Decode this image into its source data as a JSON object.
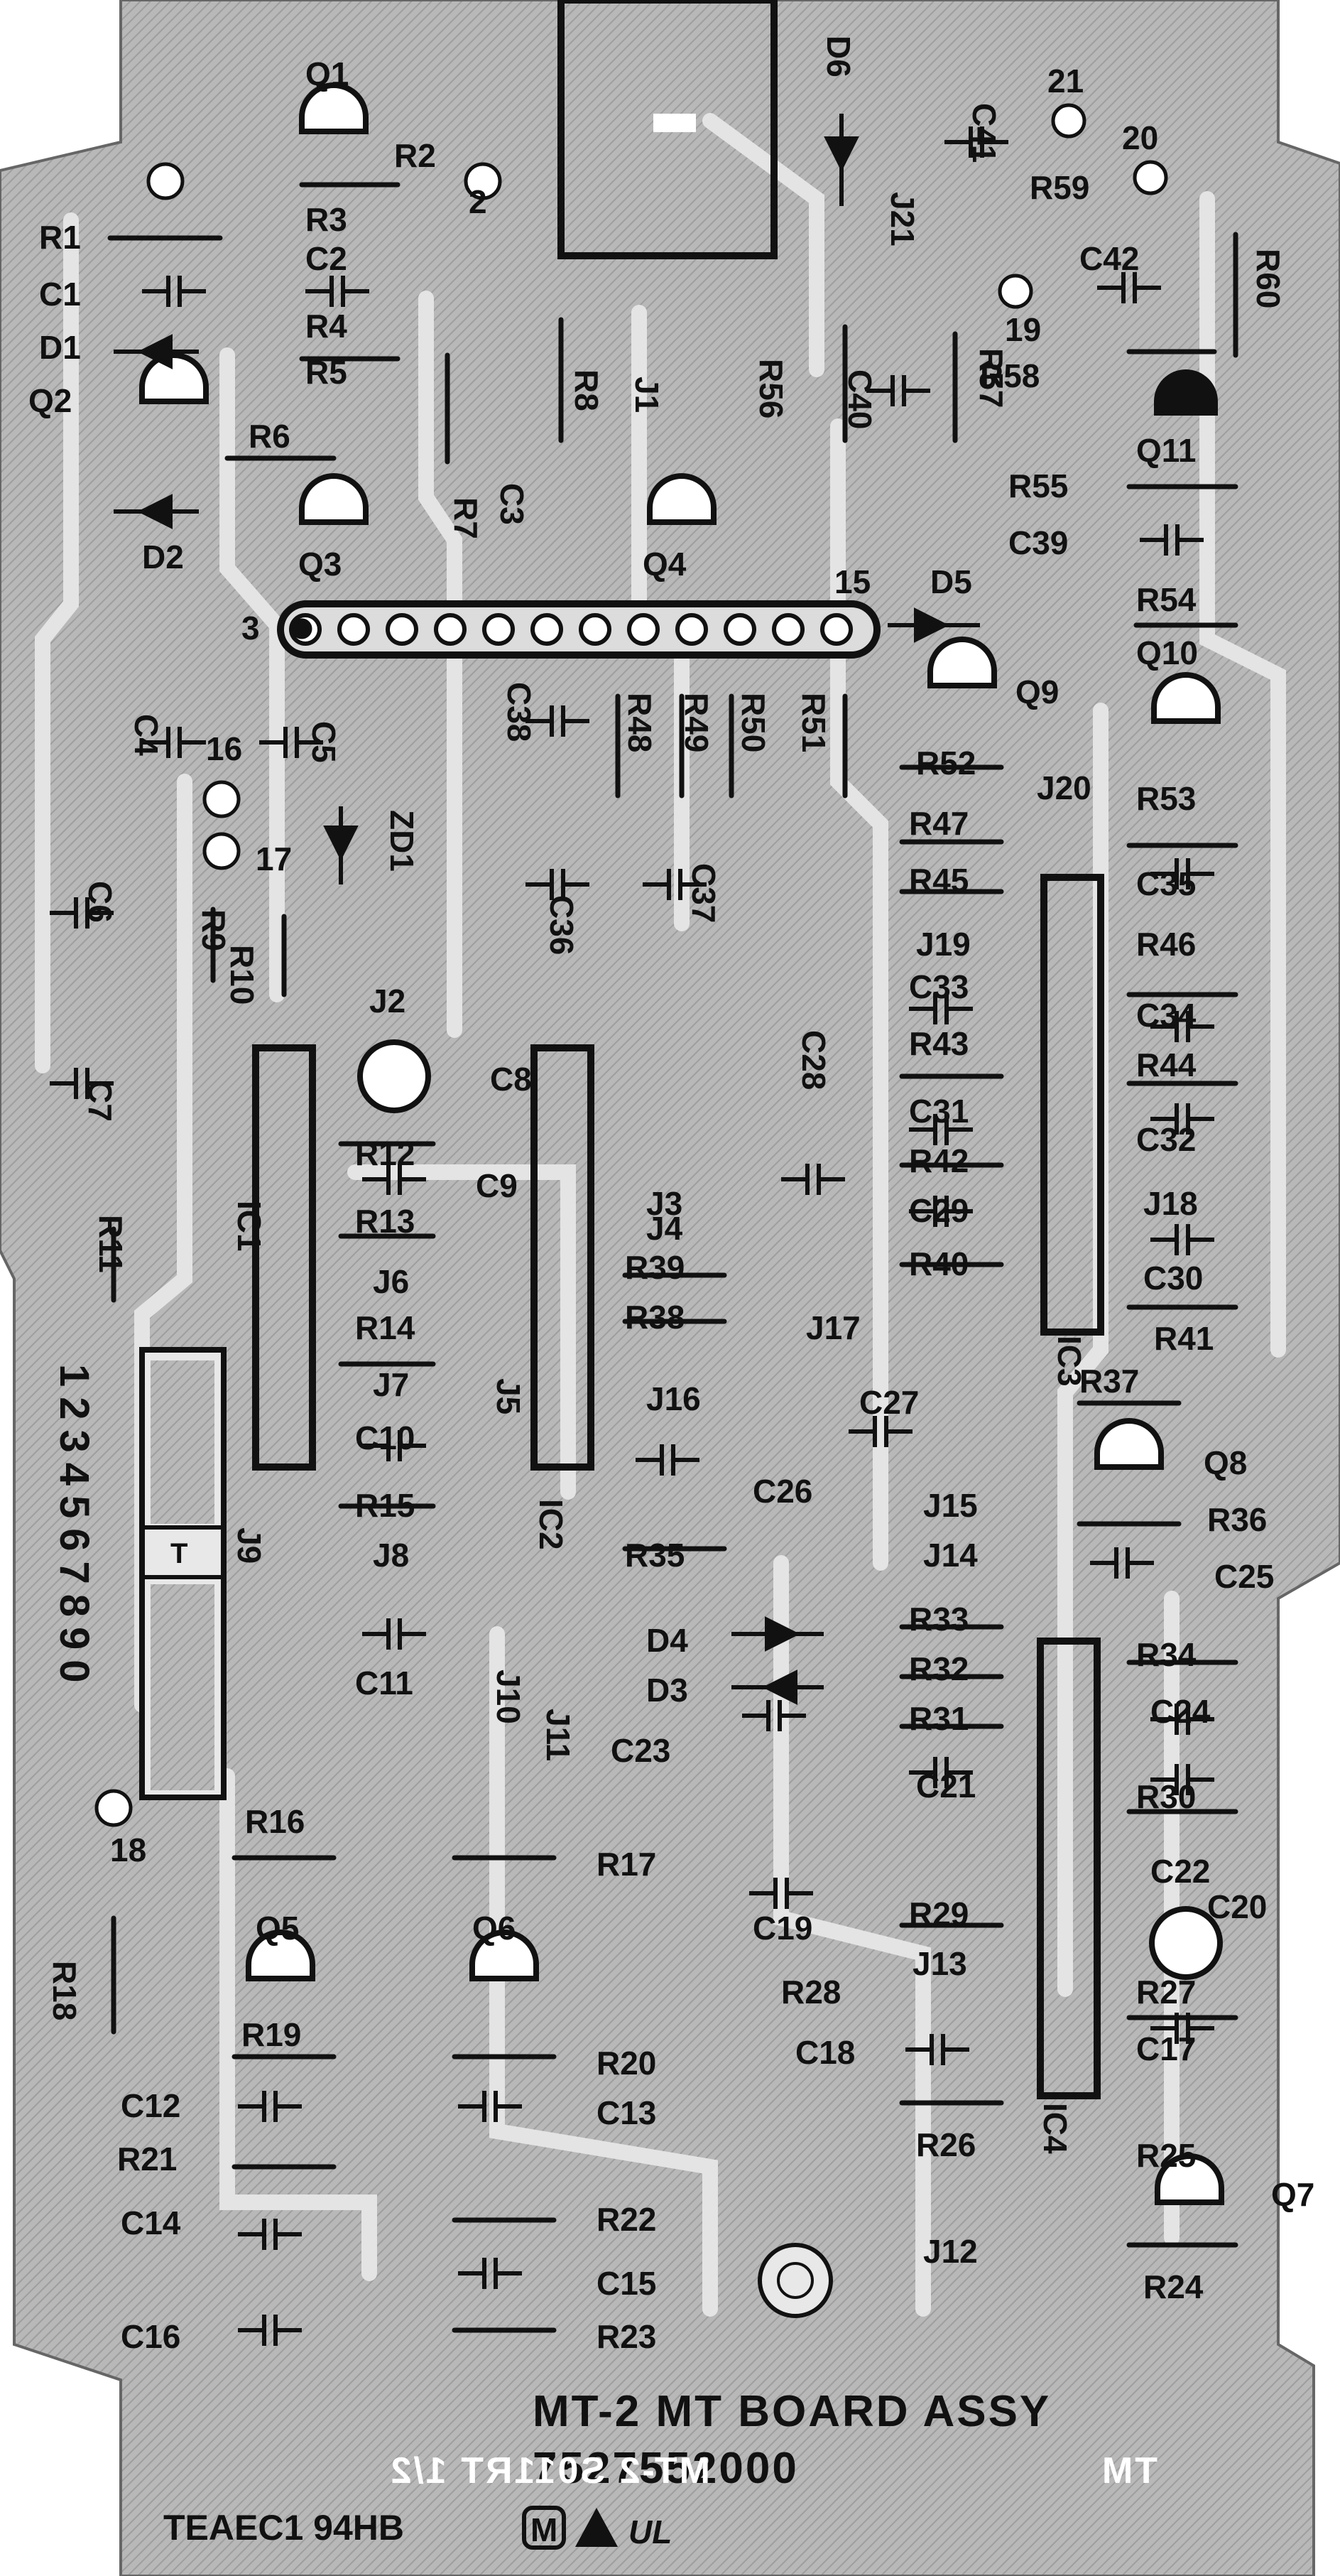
{
  "board": {
    "title": "MT-2  MT BOARD ASSY",
    "part_number": "7527552000",
    "mirror_text": "MT-2 S011RT 1/2",
    "mirror_suffix": "TM",
    "manufacturer_mark": "TEAEC1 94HB",
    "logo_m": "M",
    "logo_ul": "UL",
    "connector_pins": "1234567890",
    "connector_marker": "T",
    "colors": {
      "board": "#b4b4b4",
      "copper": "#dcdcdc",
      "ink": "#111111"
    }
  },
  "labels": {
    "resistors": [
      "R1",
      "R2",
      "R3",
      "R4",
      "R5",
      "R6",
      "R7",
      "R8",
      "R9",
      "R10",
      "R11",
      "R12",
      "R13",
      "R14",
      "R15",
      "R16",
      "R17",
      "R18",
      "R19",
      "R20",
      "R21",
      "R22",
      "R23",
      "R24",
      "R25",
      "R26",
      "R27",
      "R28",
      "R29",
      "R30",
      "R31",
      "R32",
      "R33",
      "R34",
      "R35",
      "R36",
      "R37",
      "R38",
      "R39",
      "R40",
      "R41",
      "R42",
      "R43",
      "R44",
      "R45",
      "R46",
      "R47",
      "R48",
      "R49",
      "R50",
      "R51",
      "R52",
      "R53",
      "R54",
      "R55",
      "R56",
      "R57",
      "R58",
      "R59",
      "R60"
    ],
    "capacitors": [
      "C1",
      "C2",
      "C3",
      "C4",
      "C5",
      "C6",
      "C7",
      "C8",
      "C9",
      "C10",
      "C11",
      "C12",
      "C13",
      "C14",
      "C15",
      "C16",
      "C17",
      "C18",
      "C19",
      "C20",
      "C21",
      "C22",
      "C23",
      "C24",
      "C25",
      "C26",
      "C27",
      "C28",
      "C29",
      "C30",
      "C31",
      "C32",
      "C33",
      "C34",
      "C35",
      "C36",
      "C37",
      "C38",
      "C39",
      "C40",
      "C41",
      "C42"
    ],
    "transistors": [
      "Q1",
      "Q2",
      "Q3",
      "Q4",
      "Q5",
      "Q6",
      "Q7",
      "Q8",
      "Q9",
      "Q10",
      "Q11"
    ],
    "diodes": [
      "D1",
      "D2",
      "D3",
      "D4",
      "D5",
      "D6",
      "ZD1"
    ],
    "ics": [
      "IC1",
      "IC2",
      "IC3",
      "IC4"
    ],
    "jumpers": [
      "J1",
      "J2",
      "J3",
      "J4",
      "J5",
      "J6",
      "J7",
      "J8",
      "J9",
      "J10",
      "J11",
      "J12",
      "J13",
      "J14",
      "J15",
      "J16",
      "J17",
      "J18",
      "J19",
      "J20",
      "J21"
    ],
    "pads": [
      "2",
      "3",
      "15",
      "16",
      "17",
      "18",
      "19",
      "20",
      "21"
    ]
  }
}
